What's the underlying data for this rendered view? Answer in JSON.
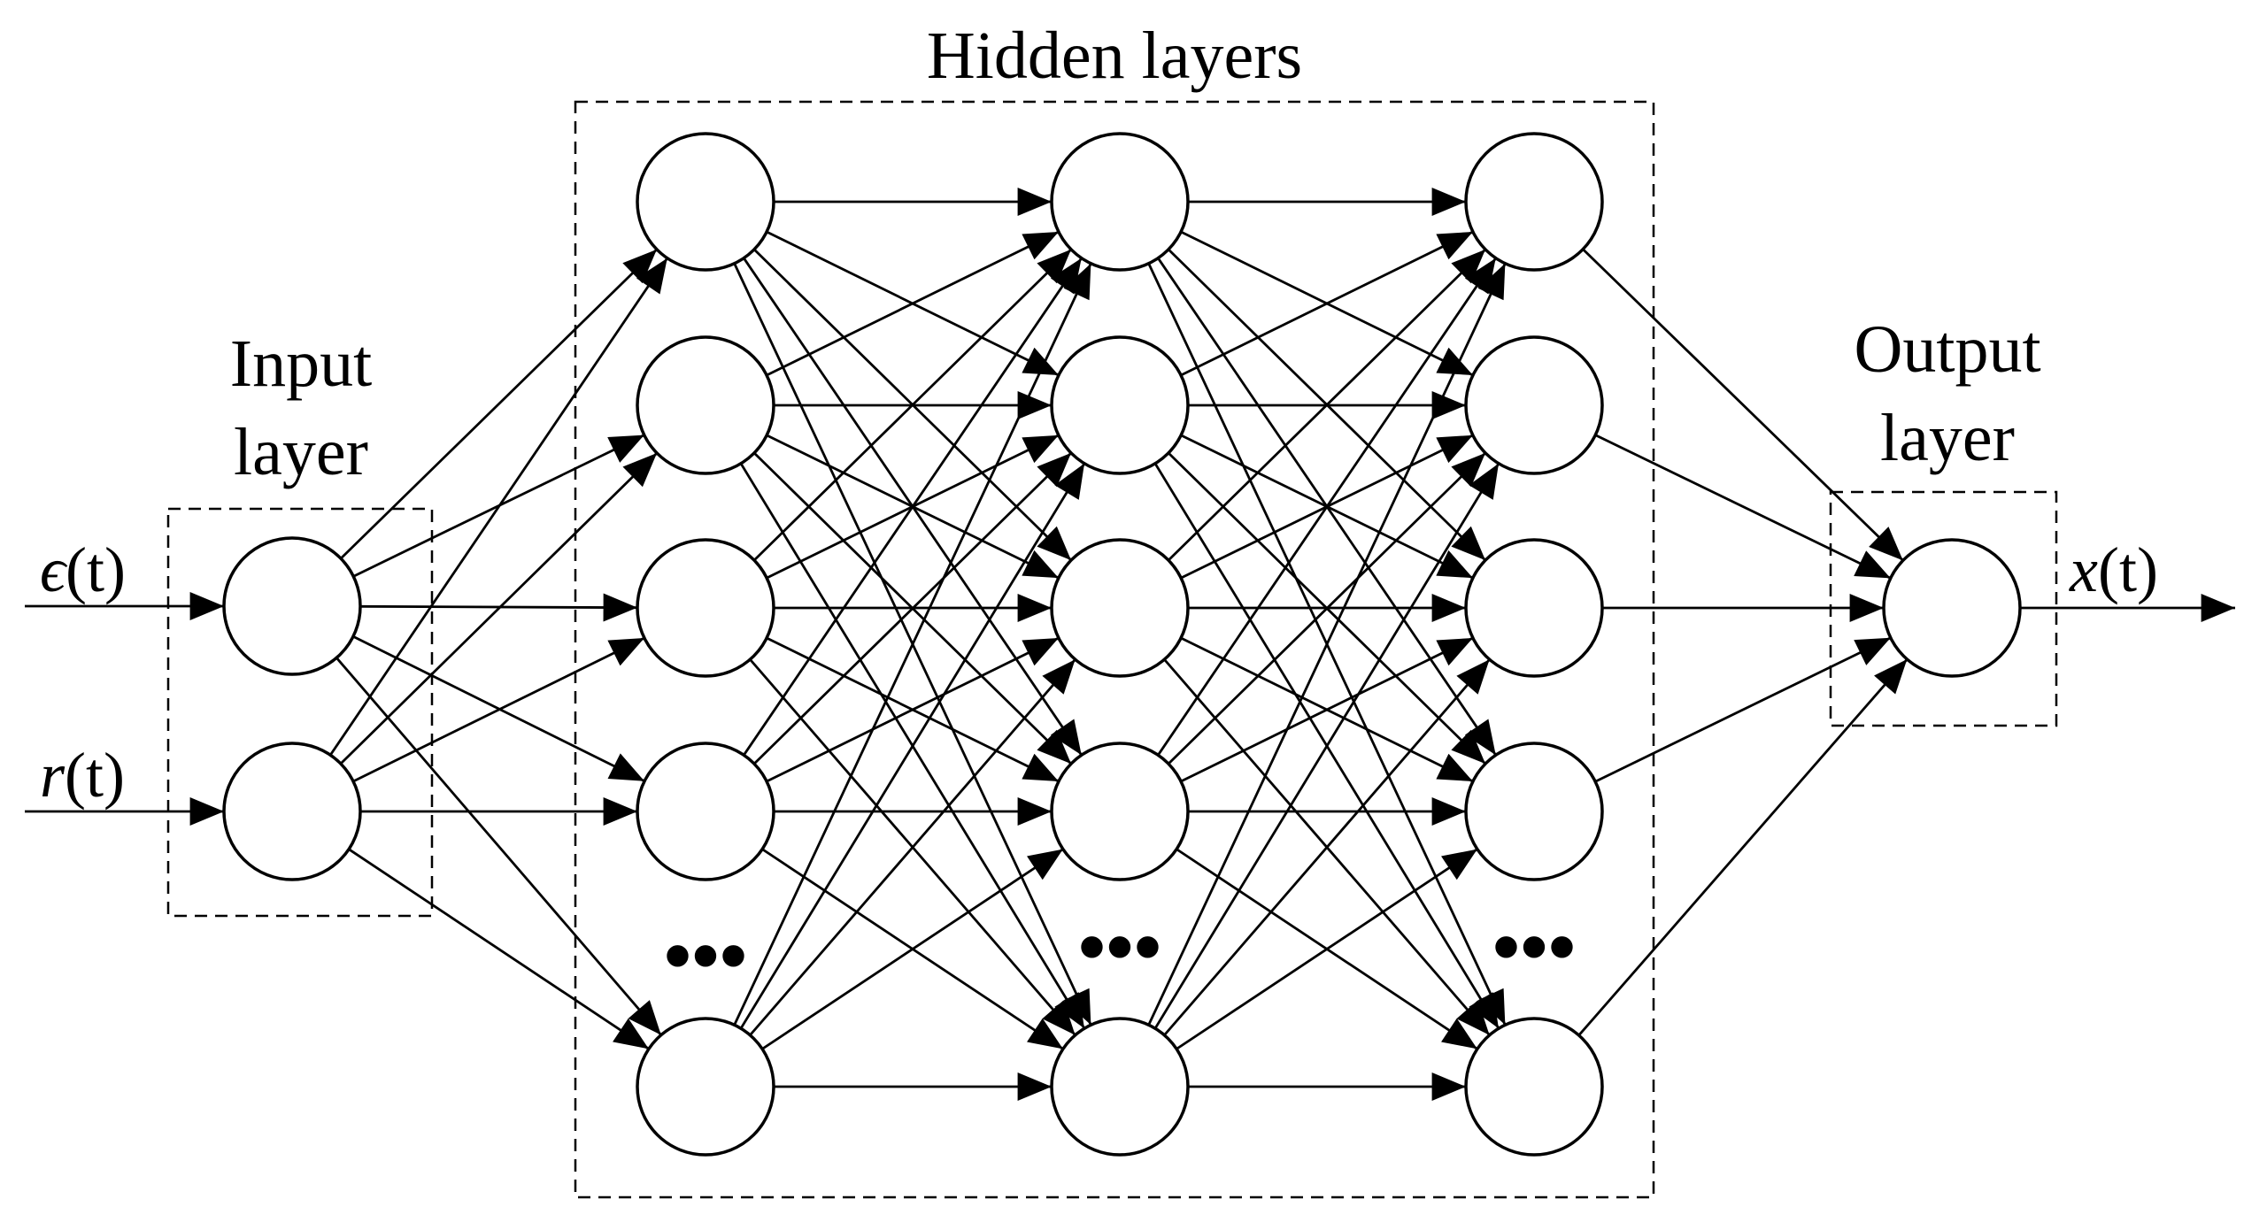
{
  "title": "Hidden layers",
  "input_layer_label": [
    "Input",
    "layer"
  ],
  "output_layer_label": [
    "Output",
    "layer"
  ],
  "inputs": [
    {
      "symbol": "ϵ",
      "arg": "(t)"
    },
    {
      "symbol": "r",
      "arg": "(t)"
    }
  ],
  "output": {
    "symbol": "x",
    "arg": "(t)"
  },
  "ellipsis": "•••",
  "colors": {
    "stroke": "#000000",
    "background": "#ffffff"
  }
}
